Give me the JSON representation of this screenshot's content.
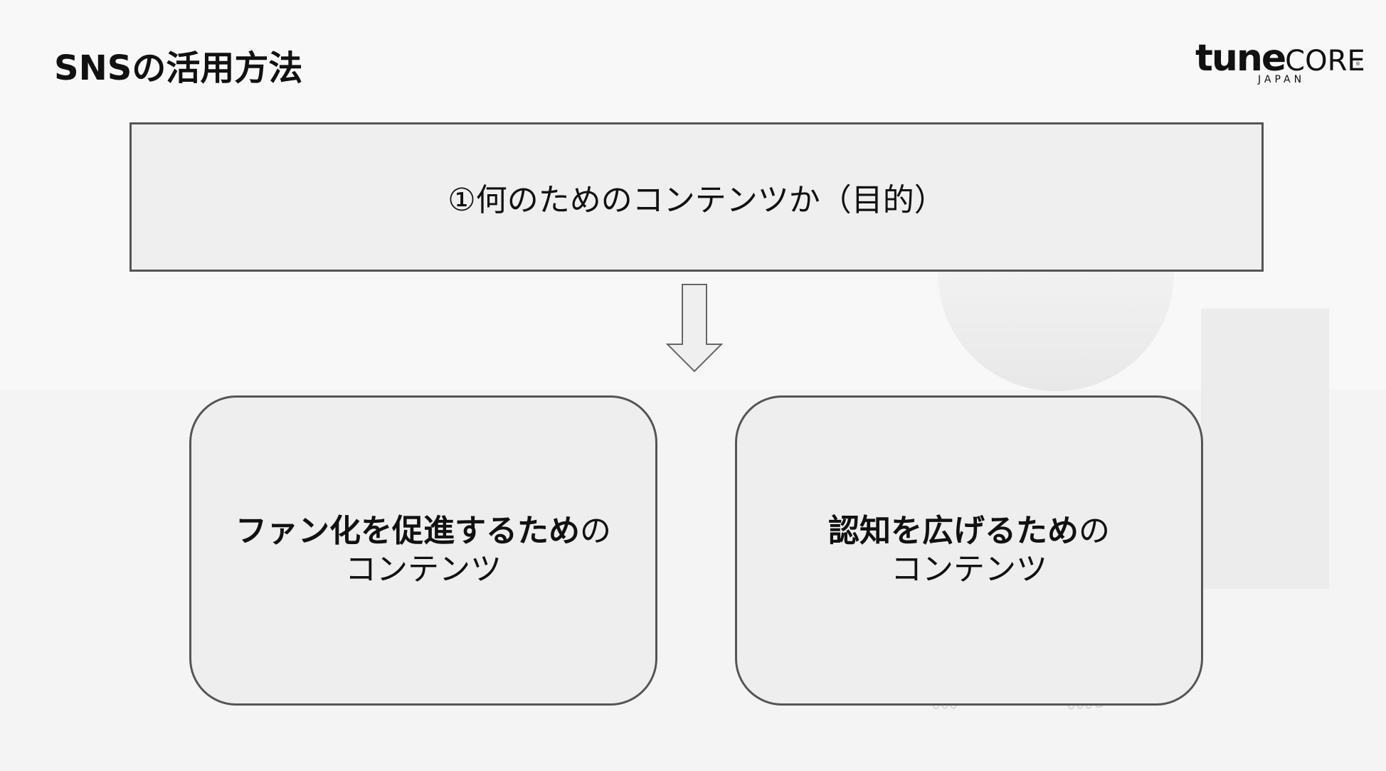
{
  "slide": {
    "title": "SNSの活用方法"
  },
  "logo": {
    "tune": "tune",
    "core": "CORE",
    "tm": "®",
    "sub": "JAPAN"
  },
  "diagram": {
    "purpose": "①何のためのコンテンツか（目的）",
    "arrow": "down",
    "boxes": [
      {
        "strong": "ファン化を促進するため",
        "suffix": "の",
        "line2": "コンテンツ"
      },
      {
        "strong": "認知を広げるため",
        "suffix": "の",
        "line2": "コンテンツ"
      }
    ]
  },
  "colors": {
    "border": "#555555",
    "box_fill": "#eeeeee",
    "background": "#f8f8f8"
  }
}
